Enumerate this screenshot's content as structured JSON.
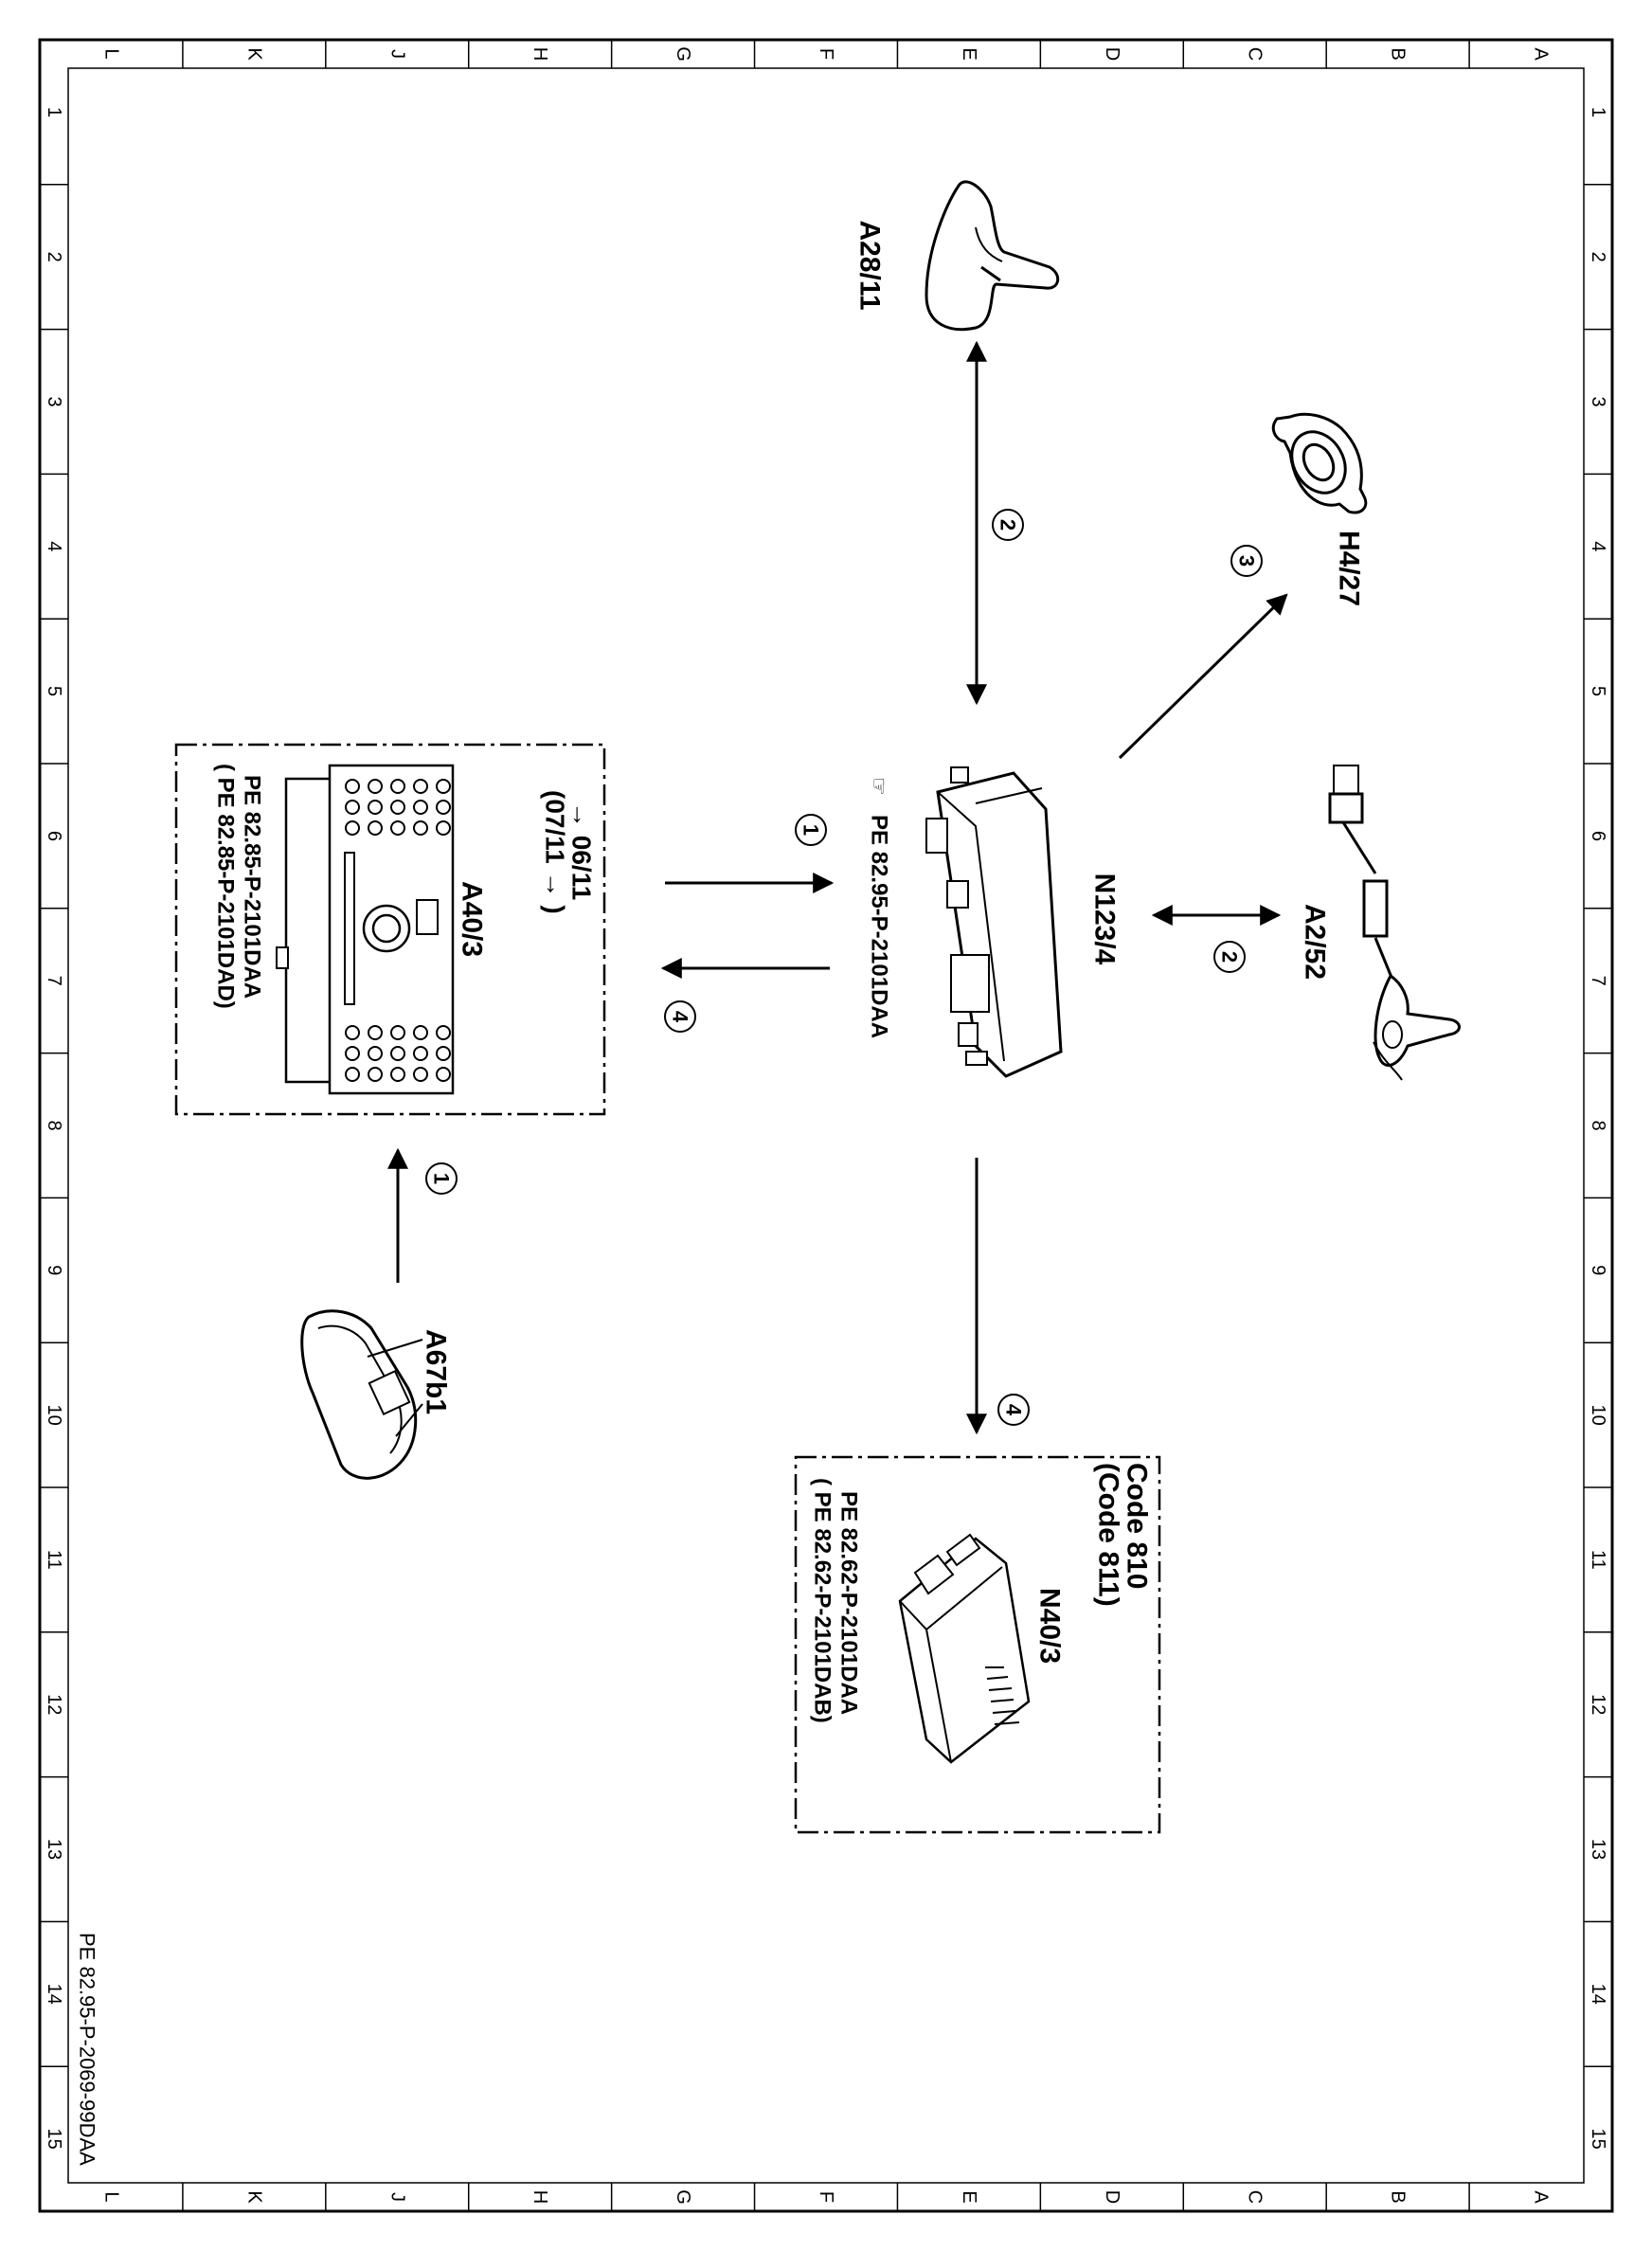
{
  "frame": {
    "columns": [
      "L",
      "K",
      "J",
      "H",
      "G",
      "F",
      "E",
      "D",
      "C",
      "B",
      "A"
    ],
    "rows": [
      "1",
      "2",
      "3",
      "4",
      "5",
      "6",
      "7",
      "8",
      "9",
      "10",
      "11",
      "12",
      "13",
      "14",
      "15"
    ]
  },
  "components": {
    "a28_11": "A28/11",
    "h4_27": "H4/27",
    "n123_4": "N123/4",
    "n123_4_ref": "PE 82.95-P-2101DAA",
    "a2_52": "A2/52",
    "a40_3": "A40/3",
    "a40_3_date1": "→ 06/11",
    "a40_3_date2": "(07/11 → )",
    "a40_3_ref1": "PE 82.85-P-2101DAA",
    "a40_3_ref2": "( PE 82.85-P-2101DAD)",
    "a67b1": "A67b1",
    "n40_3": "N40/3",
    "n40_3_code1": "Code 810",
    "n40_3_code2": "(Code 811)",
    "n40_3_ref1": "PE 82.62-P-2101DAA",
    "n40_3_ref2": "( PE 82.62-P-2101DAB)"
  },
  "connections": {
    "c1_top": "1",
    "c1_bottom": "1",
    "c2_antenna": "2",
    "c2_a252": "2",
    "c3": "3",
    "c4_left": "4",
    "c4_bottom": "4"
  },
  "document_ref": "PE 82.95-P-2069-99DAA"
}
